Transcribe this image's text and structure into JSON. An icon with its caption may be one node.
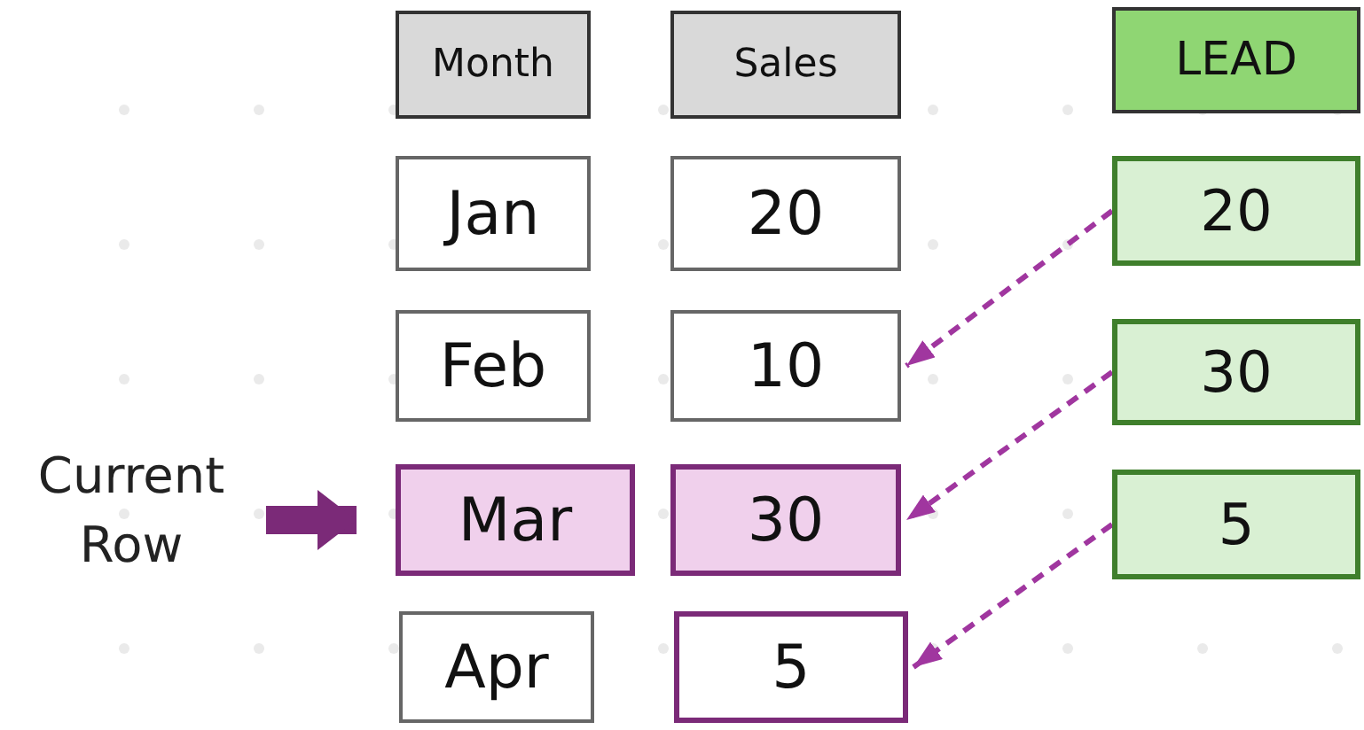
{
  "diagram": {
    "nodes": [
      {
        "text": [
          "Month"
        ]
      },
      {
        "text": [
          "Sales"
        ]
      },
      {
        "text": [
          "LEAD"
        ]
      },
      {
        "text": [
          "Jan"
        ]
      },
      {
        "text": [
          "20"
        ]
      },
      {
        "text": [
          "20"
        ]
      },
      {
        "text": [
          "Feb"
        ]
      },
      {
        "text": [
          "10"
        ]
      },
      {
        "text": [
          "30"
        ]
      },
      {
        "text": [
          "Current Row"
        ]
      },
      {
        "text": [
          "Mar"
        ]
      },
      {
        "text": [
          "30"
        ]
      },
      {
        "text": [
          "5"
        ]
      },
      {
        "text": [
          "Apr"
        ]
      },
      {
        "text": [
          "5"
        ]
      }
    ],
    "edges": [
      {
        "from": 5,
        "to": 7,
        "arrow": "to",
        "style": "dashed"
      },
      {
        "from": 8,
        "to": 11,
        "arrow": "to",
        "style": "dashed"
      },
      {
        "from": 12,
        "to": 14,
        "arrow": "to",
        "style": "dashed"
      },
      {
        "from": 9,
        "to": 10,
        "arrow": "to",
        "style": "thick",
        "color": "#7b2a78"
      }
    ]
  }
}
